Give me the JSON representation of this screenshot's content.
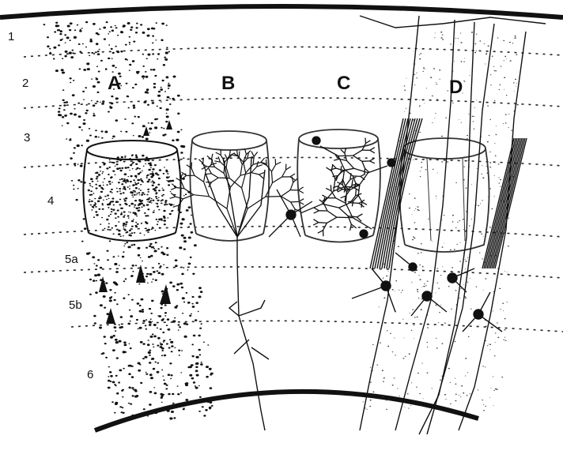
{
  "layers": [
    "1",
    "2",
    "3",
    "4",
    "5a",
    "5b",
    "6"
  ],
  "columns": [
    "A",
    "B",
    "C",
    "D"
  ],
  "colors": {
    "ink": "#111111",
    "background": "#ffffff"
  }
}
